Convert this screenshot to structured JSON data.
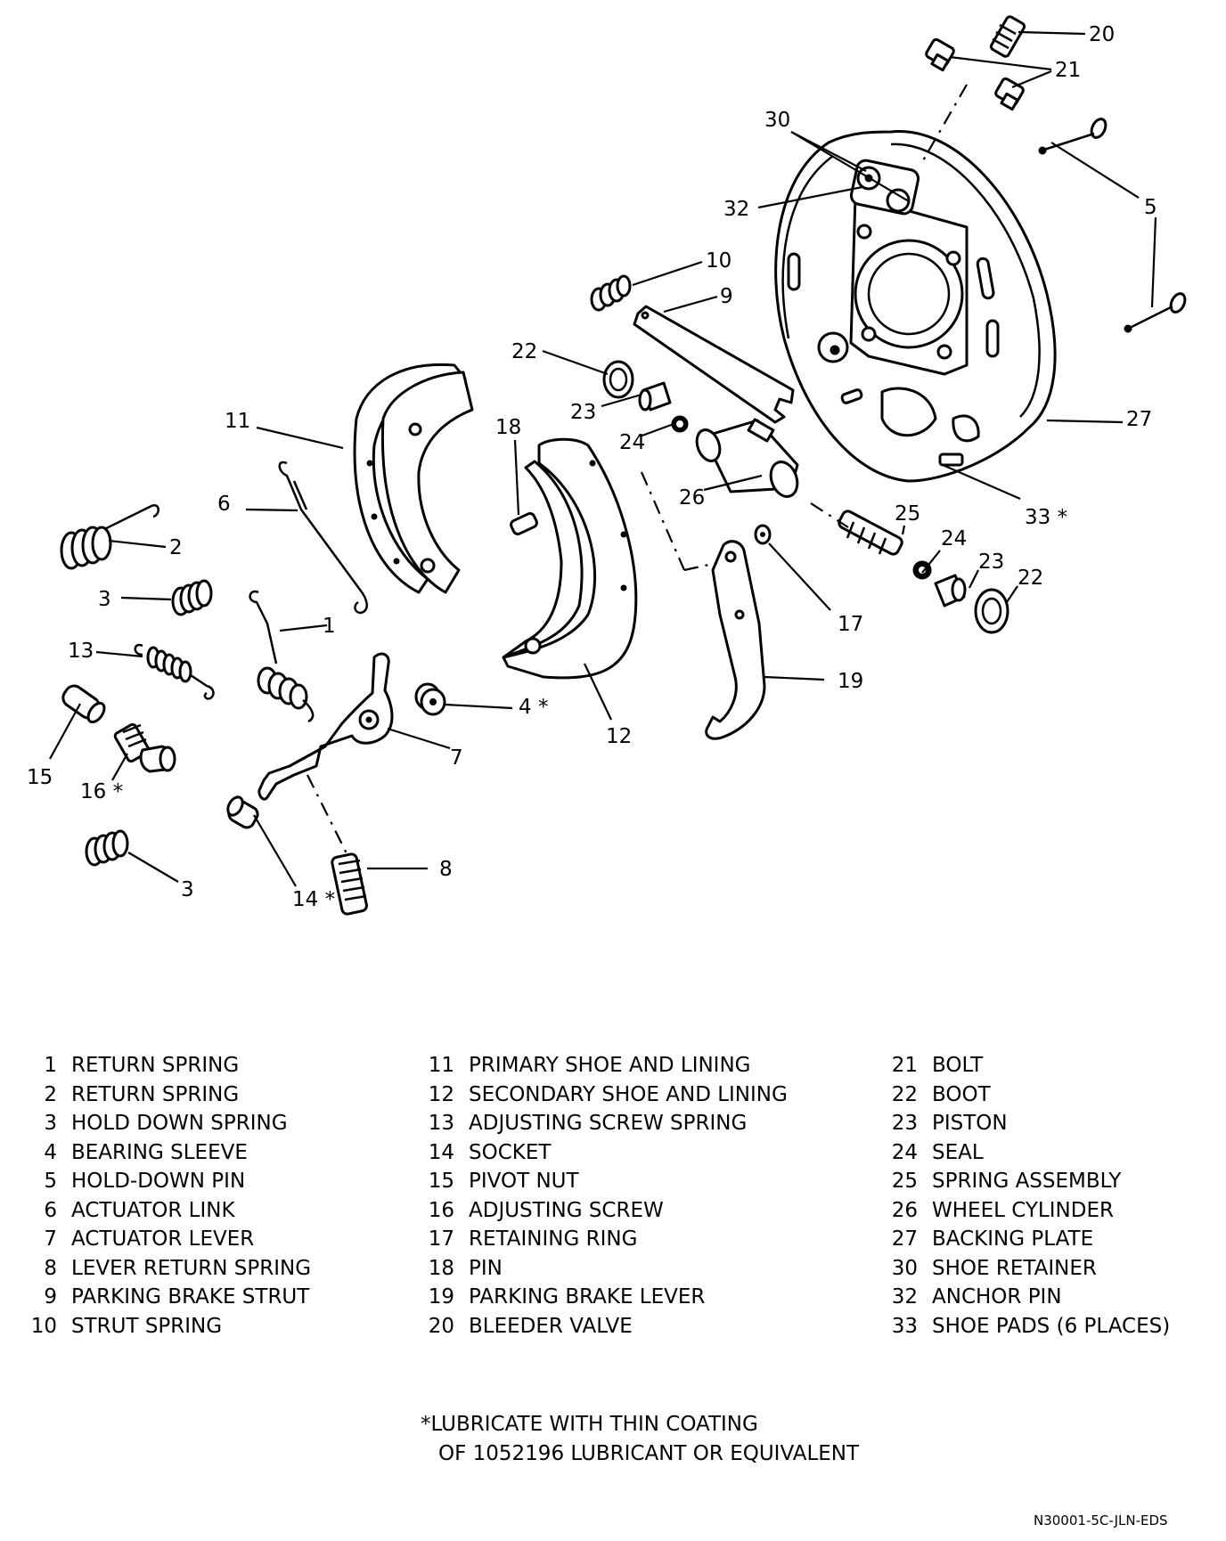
{
  "callouts": [
    "1",
    "2",
    "3",
    "3",
    "4 *",
    "5",
    "6",
    "7",
    "8",
    "9",
    "10",
    "11",
    "12",
    "13",
    "14 *",
    "15",
    "16 *",
    "17",
    "18",
    "19",
    "20",
    "21",
    "22",
    "22",
    "23",
    "23",
    "24",
    "24",
    "25",
    "26",
    "27",
    "30",
    "32",
    "33 *"
  ],
  "legend": {
    "columns": [
      [
        {
          "num": "1",
          "label": "RETURN SPRING"
        },
        {
          "num": "2",
          "label": "RETURN SPRING"
        },
        {
          "num": "3",
          "label": "HOLD DOWN SPRING"
        },
        {
          "num": "4",
          "label": "BEARING SLEEVE"
        },
        {
          "num": "5",
          "label": "HOLD-DOWN PIN"
        },
        {
          "num": "6",
          "label": "ACTUATOR LINK"
        },
        {
          "num": "7",
          "label": "ACTUATOR LEVER"
        },
        {
          "num": "8",
          "label": "LEVER RETURN SPRING"
        },
        {
          "num": "9",
          "label": "PARKING BRAKE STRUT"
        },
        {
          "num": "10",
          "label": "STRUT SPRING"
        }
      ],
      [
        {
          "num": "11",
          "label": "PRIMARY SHOE AND LINING"
        },
        {
          "num": "12",
          "label": "SECONDARY SHOE AND LINING"
        },
        {
          "num": "13",
          "label": "ADJUSTING SCREW SPRING"
        },
        {
          "num": "14",
          "label": "SOCKET"
        },
        {
          "num": "15",
          "label": "PIVOT NUT"
        },
        {
          "num": "16",
          "label": "ADJUSTING SCREW"
        },
        {
          "num": "17",
          "label": "RETAINING RING"
        },
        {
          "num": "18",
          "label": "PIN"
        },
        {
          "num": "19",
          "label": "PARKING BRAKE LEVER"
        },
        {
          "num": "20",
          "label": "BLEEDER VALVE"
        }
      ],
      [
        {
          "num": "21",
          "label": "BOLT"
        },
        {
          "num": "22",
          "label": "BOOT"
        },
        {
          "num": "23",
          "label": "PISTON"
        },
        {
          "num": "24",
          "label": "SEAL"
        },
        {
          "num": "25",
          "label": "SPRING ASSEMBLY"
        },
        {
          "num": "26",
          "label": "WHEEL CYLINDER"
        },
        {
          "num": "27",
          "label": "BACKING PLATE"
        },
        {
          "num": "30",
          "label": "SHOE RETAINER"
        },
        {
          "num": "32",
          "label": "ANCHOR PIN"
        },
        {
          "num": "33",
          "label": "SHOE PADS (6 PLACES)"
        }
      ]
    ]
  },
  "note": {
    "line1": "*LUBRICATE WITH THIN COATING",
    "line2": "OF 1052196 LUBRICANT OR EQUIVALENT"
  },
  "figure_code": "N30001-5C-JLN-EDS"
}
